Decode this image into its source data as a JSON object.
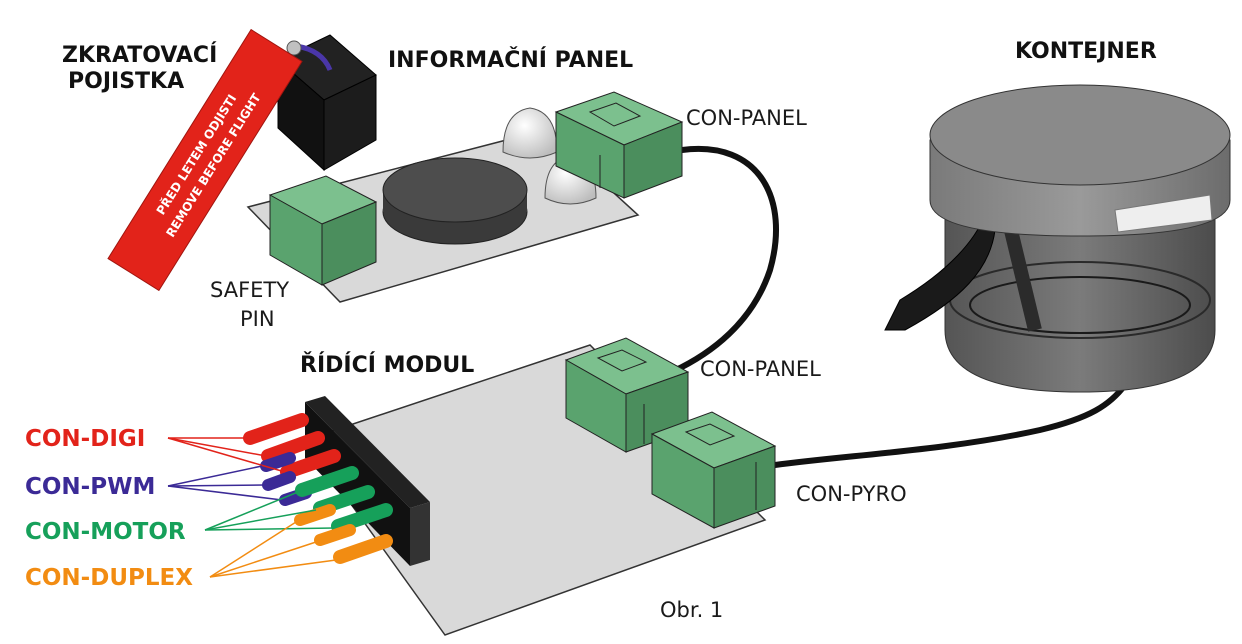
{
  "labels": {
    "fuse_line1": "ZKRATOVACÍ",
    "fuse_line2": "POJISTKA",
    "info_panel": "INFORMAČNÍ PANEL",
    "container": "KONTEJNER",
    "con_panel_top": "CON-PANEL",
    "con_panel_bottom": "CON-PANEL",
    "safety_line1": "SAFETY",
    "safety_line2": "PIN",
    "control_module": "ŘÍDÍCÍ MODUL",
    "con_pyro": "CON-PYRO",
    "figure_caption": "Obr. 1"
  },
  "tag": {
    "line1": "PŘED LETEM ODJISTI",
    "line2": "REMOVE BEFORE FLIGHT",
    "color": "#e2231a"
  },
  "connectors": [
    {
      "label": "CON-DIGI",
      "color": "#e2231a"
    },
    {
      "label": "CON-PWM",
      "color": "#3b2a96"
    },
    {
      "label": "CON-MOTOR",
      "color": "#16a05a"
    },
    {
      "label": "CON-DUPLEX",
      "color": "#f28c12"
    }
  ],
  "colors": {
    "connector_green": "#5aa36e",
    "board_grey": "#d9d9d9",
    "cable": "#111111"
  }
}
